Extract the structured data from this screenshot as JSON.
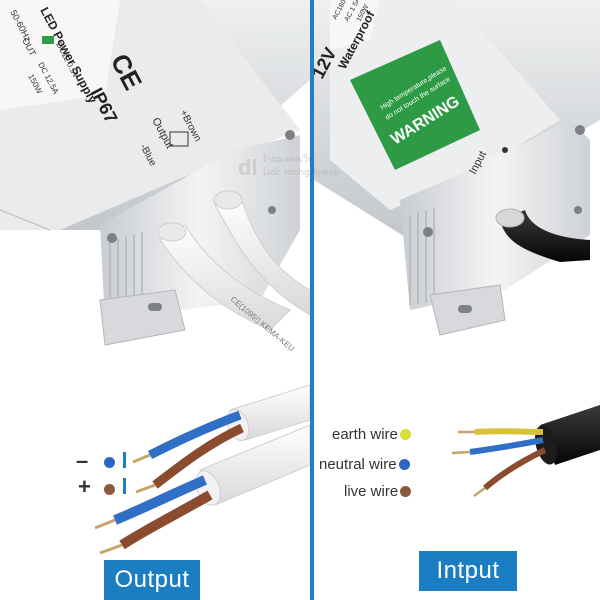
{
  "colors": {
    "divider": "#1f7fc4",
    "label_bg": "#1b7ec2",
    "earth": "#d7df3a",
    "neutral": "#2a66c2",
    "live": "#8b5a3c",
    "blue_wire": "#2f6fc6",
    "brown_wire": "#8a4b2e",
    "warning_green": "#2e9a45",
    "housing": "#e4e6e8"
  },
  "labels": {
    "output": "Output",
    "input": "Intput"
  },
  "wires": {
    "earth": "earth wire",
    "neutral": "neutral wire",
    "live": "live wire",
    "minus": "–",
    "plus": "+"
  },
  "left_unit": {
    "title": "LED Power Supply",
    "freq": "50-60Hz",
    "out": "OUT",
    "voltage": "DC12 0.5V",
    "current": "DC 12.5A",
    "power": "150W",
    "ce": "CE",
    "ip": "IP67",
    "output_text": "Output",
    "brown_text": "+Brown",
    "blue_text": "-Blue",
    "cable_text": "CE(1095!) KEMA-KEU"
  },
  "right_unit": {
    "model": "12V",
    "waterproof": "Waterproof",
    "warning": "WARNING",
    "warning_sub1": "High temperature,please",
    "warning_sub2": "do not touch the surface",
    "input_text": "Input",
    "ac": "AC 1 5A",
    "watt": "150W",
    "range": "AC180-24"
  },
  "watermark": {
    "line1": "ร้านมงคลเว็บ",
    "line2": "ไลน์: mongdoweb"
  }
}
